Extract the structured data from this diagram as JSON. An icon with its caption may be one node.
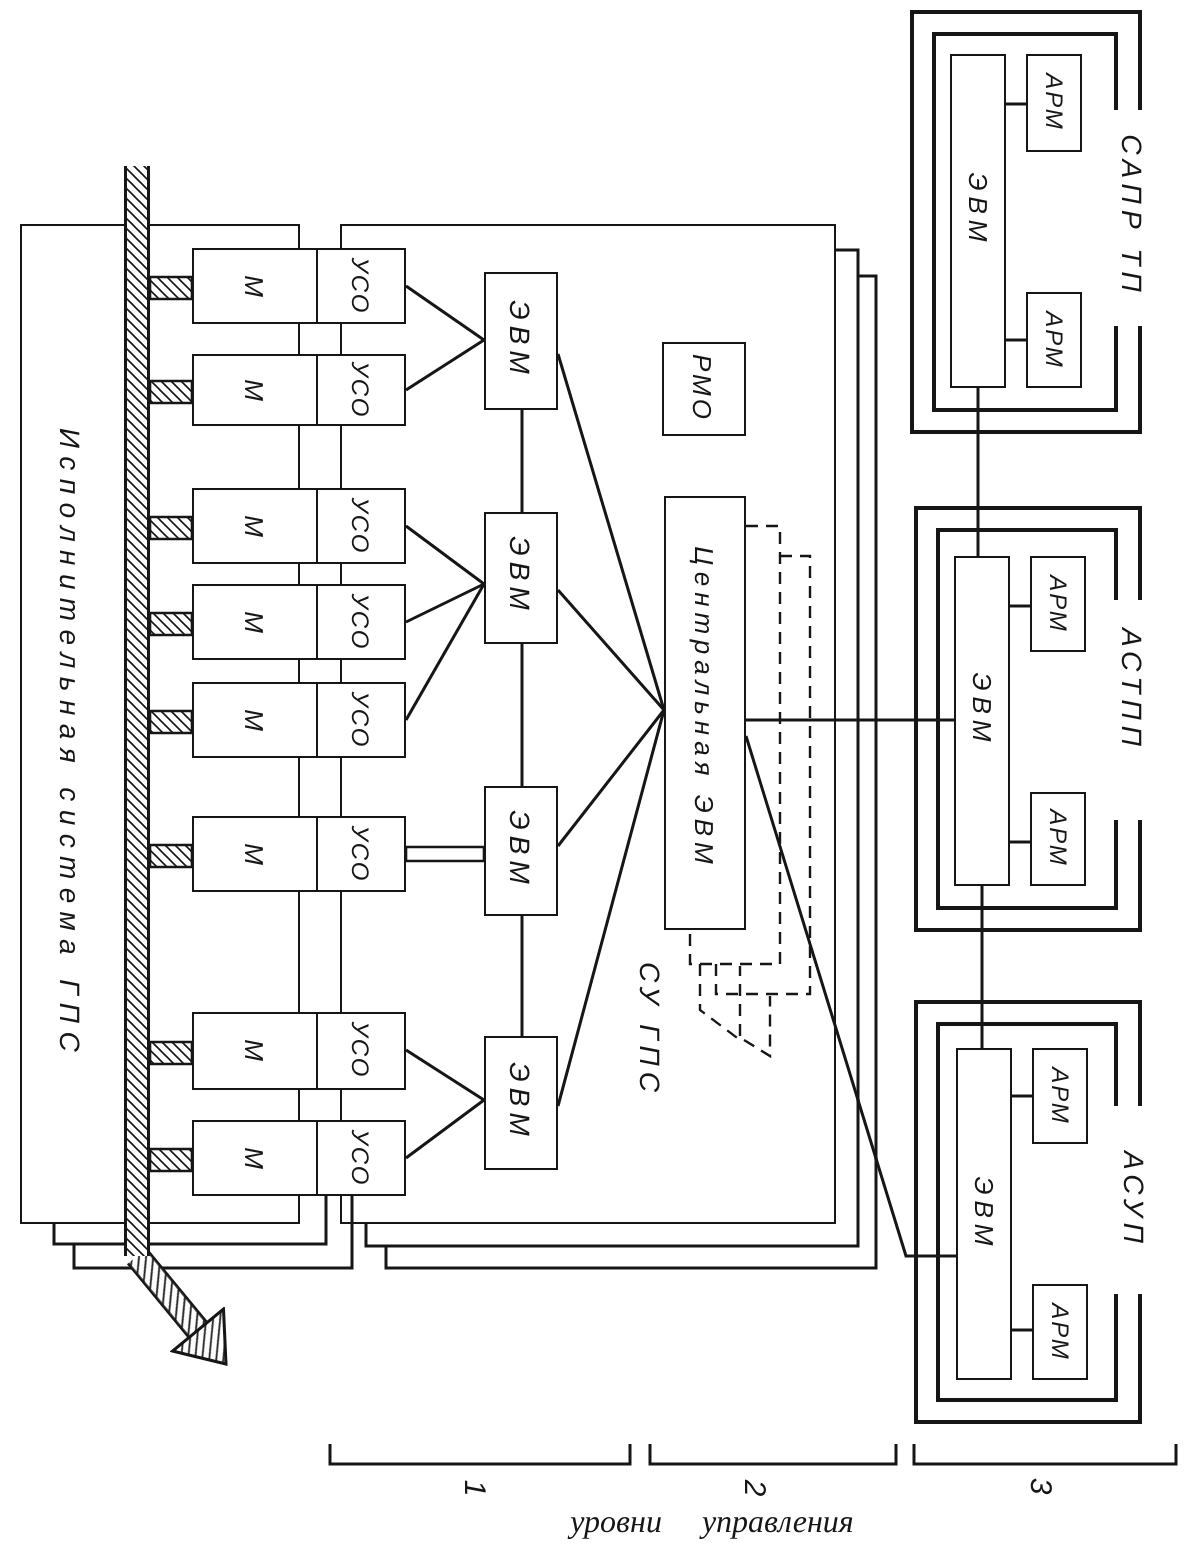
{
  "diagram": {
    "nodes": [
      {
        "text": [
          "Исполнительная система ГПС"
        ]
      },
      {
        "text": [],
        "shape": "bar"
      },
      {
        "text": [
          "СУ ГПС"
        ]
      },
      {
        "text": [
          "М"
        ]
      },
      {
        "text": [
          "УСО"
        ]
      },
      {
        "text": [
          "М"
        ]
      },
      {
        "text": [
          "УСО"
        ]
      },
      {
        "text": [
          "М"
        ]
      },
      {
        "text": [
          "УСО"
        ]
      },
      {
        "text": [
          "М"
        ]
      },
      {
        "text": [
          "УСО"
        ]
      },
      {
        "text": [
          "М"
        ]
      },
      {
        "text": [
          "УСО"
        ]
      },
      {
        "text": [
          "М"
        ]
      },
      {
        "text": [
          "УСО"
        ]
      },
      {
        "text": [
          "М"
        ]
      },
      {
        "text": [
          "УСО"
        ]
      },
      {
        "text": [
          "М"
        ]
      },
      {
        "text": [
          "УСО"
        ]
      },
      {
        "text": [
          "ЭВМ"
        ],
        "in": 2
      },
      {
        "text": [
          "ЭВМ"
        ],
        "in": 2
      },
      {
        "text": [
          "ЭВМ"
        ],
        "in": 2
      },
      {
        "text": [
          "ЭВМ"
        ],
        "in": 2
      },
      {
        "text": [
          "РМО"
        ],
        "in": 2
      },
      {
        "text": [
          "Центральная ЭВМ"
        ],
        "in": 2
      },
      {
        "text": [
          "САПР ТП"
        ]
      },
      {
        "text": [
          "ЭВМ"
        ],
        "in": 25
      },
      {
        "text": [
          "АРМ"
        ],
        "in": 25
      },
      {
        "text": [
          "АРМ"
        ],
        "in": 25
      },
      {
        "text": [
          "АСТПП"
        ]
      },
      {
        "text": [
          "ЭВМ"
        ],
        "in": 29
      },
      {
        "text": [
          "АРМ"
        ],
        "in": 29
      },
      {
        "text": [
          "АРМ"
        ],
        "in": 29
      },
      {
        "text": [
          "АСУП"
        ]
      },
      {
        "text": [
          "ЭВМ"
        ],
        "in": 33
      },
      {
        "text": [
          "АРМ"
        ],
        "in": 33
      },
      {
        "text": [
          "АРМ"
        ],
        "in": 33
      }
    ],
    "edges": [
      {
        "from": 1,
        "to": null,
        "arrow": "to",
        "style": "thick"
      },
      {
        "from": 1,
        "to": 3,
        "arrow": "none",
        "style": "thick"
      },
      {
        "from": 1,
        "to": 5,
        "arrow": "none",
        "style": "thick"
      },
      {
        "from": 1,
        "to": 7,
        "arrow": "none",
        "style": "thick"
      },
      {
        "from": 1,
        "to": 9,
        "arrow": "none",
        "style": "thick"
      },
      {
        "from": 1,
        "to": 11,
        "arrow": "none",
        "style": "thick"
      },
      {
        "from": 1,
        "to": 13,
        "arrow": "none",
        "style": "thick"
      },
      {
        "from": 1,
        "to": 15,
        "arrow": "none",
        "style": "thick"
      },
      {
        "from": 1,
        "to": 17,
        "arrow": "none",
        "style": "thick"
      },
      {
        "from": 4,
        "to": 19,
        "arrow": "none"
      },
      {
        "from": 6,
        "to": 19,
        "arrow": "none"
      },
      {
        "from": 8,
        "to": 20,
        "arrow": "none"
      },
      {
        "from": 10,
        "to": 20,
        "arrow": "none"
      },
      {
        "from": 12,
        "to": 20,
        "arrow": "none"
      },
      {
        "from": 14,
        "to": 21,
        "arrow": "none",
        "style": "thick"
      },
      {
        "from": 16,
        "to": 22,
        "arrow": "none"
      },
      {
        "from": 18,
        "to": 22,
        "arrow": "none"
      },
      {
        "from": 19,
        "to": 20,
        "arrow": "none"
      },
      {
        "from": 20,
        "to": 21,
        "arrow": "none"
      },
      {
        "from": 21,
        "to": 22,
        "arrow": "none"
      },
      {
        "from": 19,
        "to": 24,
        "arrow": "none"
      },
      {
        "from": 20,
        "to": 24,
        "arrow": "none"
      },
      {
        "from": 21,
        "to": 24,
        "arrow": "none"
      },
      {
        "from": 22,
        "to": 24,
        "arrow": "none"
      },
      {
        "from": 24,
        "to": 30,
        "arrow": "none"
      },
      {
        "from": 24,
        "to": 34,
        "arrow": "none"
      },
      {
        "from": 26,
        "to": 30,
        "arrow": "none"
      },
      {
        "from": 30,
        "to": 34,
        "arrow": "none"
      },
      {
        "from": 26,
        "to": 27,
        "arrow": "none"
      },
      {
        "from": 26,
        "to": 28,
        "arrow": "none"
      },
      {
        "from": 30,
        "to": 31,
        "arrow": "none"
      },
      {
        "from": 30,
        "to": 32,
        "arrow": "none"
      },
      {
        "from": 34,
        "to": 35,
        "arrow": "none"
      },
      {
        "from": 34,
        "to": 36,
        "arrow": "none"
      }
    ],
    "labels": [
      "1",
      "2",
      "3",
      "уровни управления"
    ]
  }
}
